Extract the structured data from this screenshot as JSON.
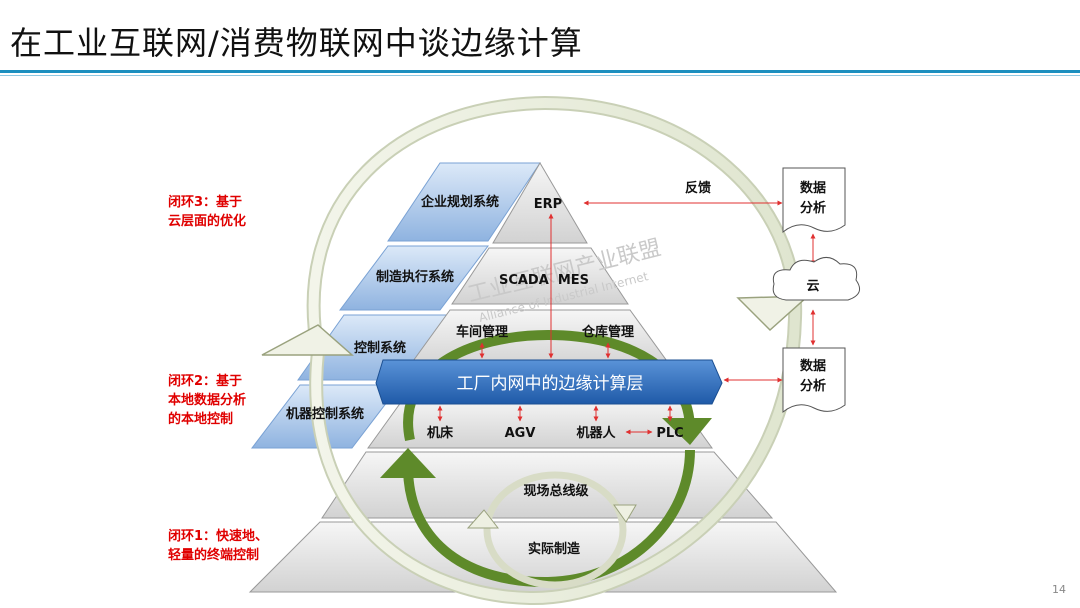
{
  "slide": {
    "title": "在工业互联网/消费物联网中谈边缘计算",
    "page_number": "14"
  },
  "loops": [
    {
      "line1": "闭环3：基于",
      "line2": "云层面的优化",
      "line3": ""
    },
    {
      "line1": "闭环2：基于",
      "line2": "本地数据分析",
      "line3": "的本地控制"
    },
    {
      "line1": "闭环1：快速地、",
      "line2": "轻量的终端控制",
      "line3": ""
    }
  ],
  "left_blocks": [
    "企业规划系统",
    "制造执行系统",
    "控制系统",
    "机器控制系统"
  ],
  "pyramid": {
    "erp": "ERP",
    "scada_mes": "SCADA  MES",
    "workshop": "车间管理",
    "warehouse": "仓库管理",
    "edge_layer": "工厂内网中的边缘计算层",
    "devices": [
      "机床",
      "AGV",
      "机器人",
      "PLC"
    ],
    "fieldbus": "现场总线级",
    "actual": "实际制造"
  },
  "right": {
    "feedback": "反馈",
    "data_analysis_top_1": "数据",
    "data_analysis_top_2": "分析",
    "cloud": "云",
    "data_analysis_bottom_1": "数据",
    "data_analysis_bottom_2": "分析"
  },
  "watermark": {
    "cn": "工业互联网产业联盟",
    "en": "Alliance of Industrial Internet"
  },
  "colors": {
    "loop_label": "#e00000",
    "edge_layer": "#2f6fbf",
    "title_rule": "#1c8fbf",
    "arrow_red": "#e03030",
    "green_arrow": "#5e8a2a"
  }
}
